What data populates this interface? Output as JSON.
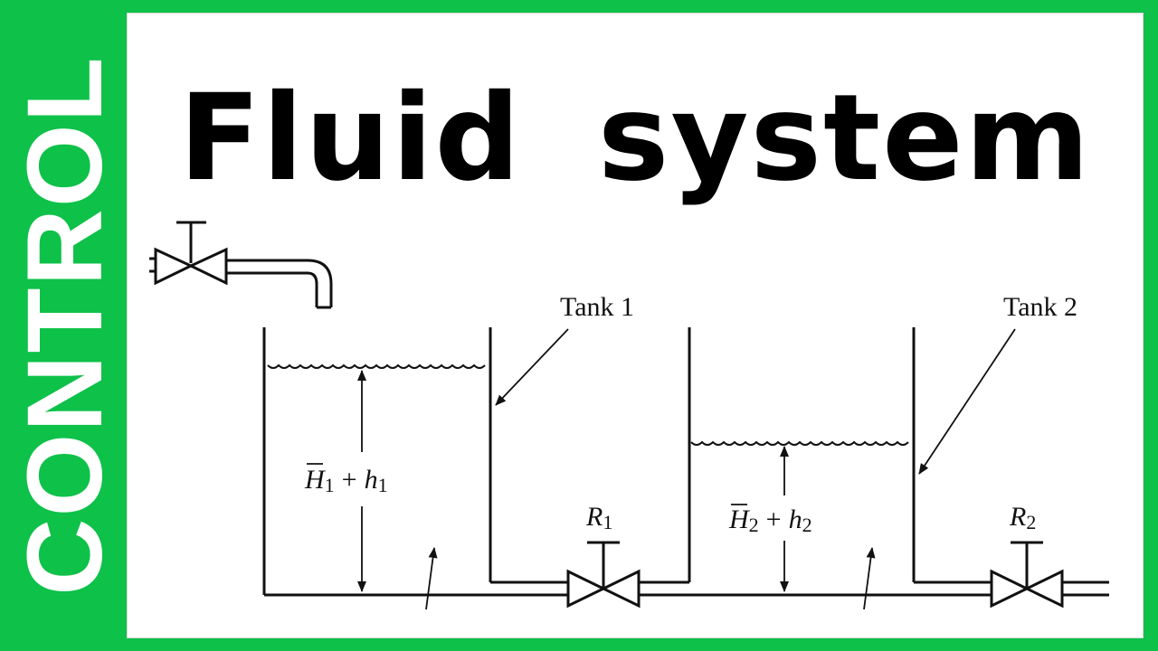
{
  "side_label": "CONTROL",
  "title": "Fluid  system",
  "diagram": {
    "tank1_label": "Tank 1",
    "tank2_label": "Tank 2",
    "level1": {
      "sym": "H",
      "sub": "1",
      "op": "+",
      "var": "h",
      "var_sub": "1"
    },
    "level2": {
      "sym": "H",
      "sub": "2",
      "op": "+",
      "var": "h",
      "var_sub": "2"
    },
    "valve1": {
      "sym": "R",
      "sub": "1"
    },
    "valve2": {
      "sym": "R",
      "sub": "2"
    }
  },
  "colors": {
    "background_green": "#0ec149",
    "panel": "#ffffff",
    "ink": "#000000"
  }
}
